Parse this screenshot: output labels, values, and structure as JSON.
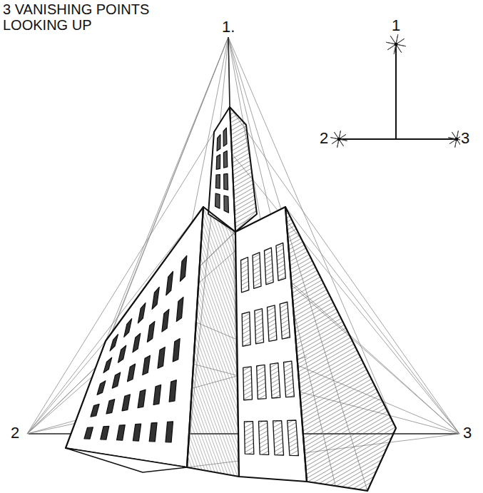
{
  "diagram": {
    "title": "3 VANISHING POINTS LOOKING UP",
    "labels": [
      "1.",
      "1",
      "2",
      "3",
      "2",
      "3"
    ]
  }
}
